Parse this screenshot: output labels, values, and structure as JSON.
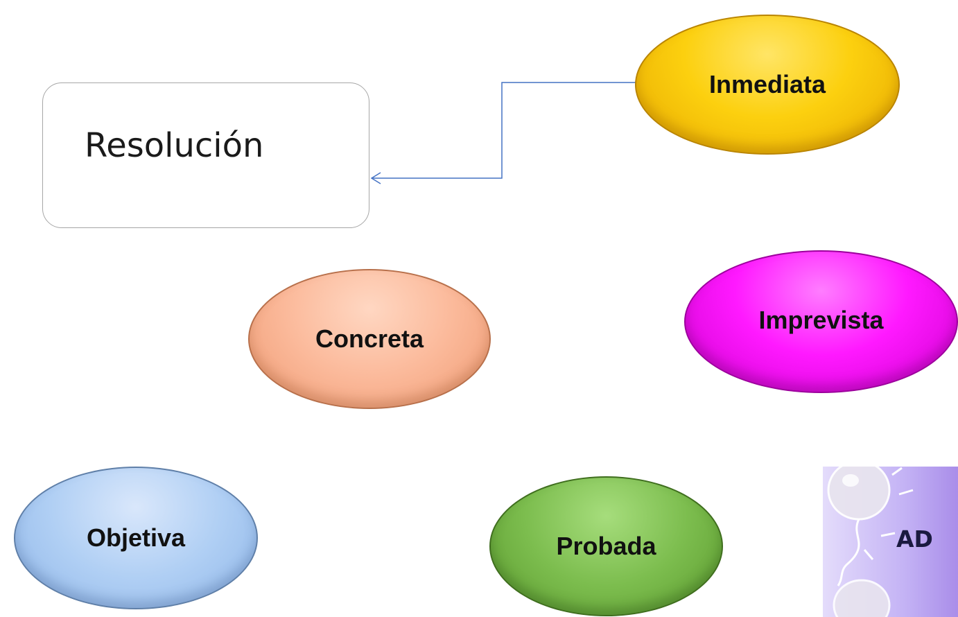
{
  "diagram": {
    "main_box": {
      "label": "Resolución"
    },
    "ovals": [
      {
        "label": "Inmediata",
        "color": "#fcd00f"
      },
      {
        "label": "Imprevista",
        "color": "#ff19ff"
      },
      {
        "label": "Concreta",
        "color": "#fbb99a"
      },
      {
        "label": "Objetiva",
        "color": "#b0cff4"
      },
      {
        "label": "Probada",
        "color": "#7cbd4e"
      }
    ],
    "connector": {
      "from": "Inmediata",
      "to": "Resolución",
      "color": "#4472c4"
    },
    "decoration": {
      "text": "AD",
      "icon": "balloon-icon"
    }
  }
}
